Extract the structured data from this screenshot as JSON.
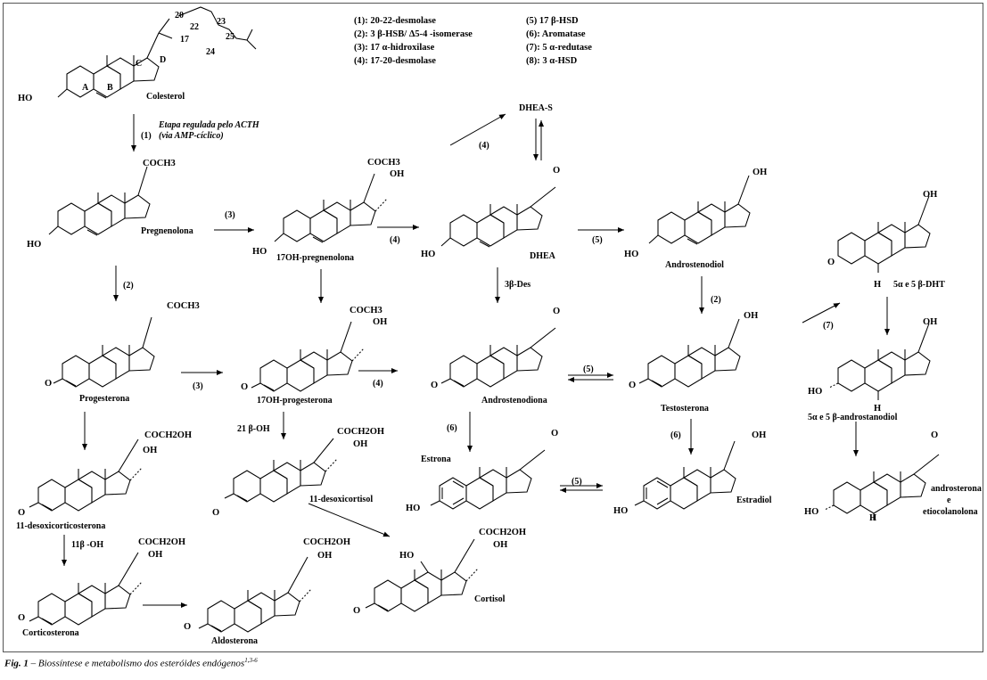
{
  "legend": {
    "left": [
      "(1): 20-22-desmolase",
      "(2): 3 β-HSB/ Δ5-4 -isomerase",
      "(3): 17 α-hidroxilase",
      "(4): 17-20-desmolase"
    ],
    "right": [
      "(5) 17 β-HSD",
      "(6): Aromatase",
      "(7): 5 α-redutase",
      "(8): 3 α-HSD"
    ]
  },
  "compounds": {
    "colesterol": "Colesterol",
    "pregnenolona": "Pregnenolona",
    "oh_pregnenolona": "17OH-pregnenolona",
    "dhea": "DHEA",
    "dheas": "DHEA-S",
    "androstenodiol": "Androstenodiol",
    "dht": "5α e 5 β-DHT",
    "progesterona": "Progesterona",
    "oh_progesterona": "17OH-progesterona",
    "androstenodiona": "Androstenodiona",
    "testosterona": "Testosterona",
    "androstanodiol": "5α e 5 β-androstanodiol",
    "desoxicorticosterona": "11-desoxicorticosterona",
    "desoxicortisol": "11-desoxicortisol",
    "estrona": "Estrona",
    "estradiol": "Estradiol",
    "androsterona_1": "androsterona",
    "androsterona_2": "e",
    "androsterona_3": "etiocolanolona",
    "corticosterona": "Corticosterona",
    "aldosterona": "Aldosterona",
    "cortisol": "Cortisol"
  },
  "rings": {
    "a": "A",
    "b": "B",
    "c": "C",
    "d": "D"
  },
  "carbons": {
    "c20": "20",
    "c22": "22",
    "c23": "23",
    "c25": "25",
    "c24": "24",
    "c17": "17"
  },
  "groups": {
    "ho": "HO",
    "oh": "OH",
    "o": "O",
    "h": "H",
    "coch3": "COCH3",
    "coch2oh": "COCH2OH"
  },
  "arrows": {
    "a1": "(1)",
    "a2": "(2)",
    "a3": "(3)",
    "a4": "(4)",
    "a5": "(5)",
    "a6": "(6)",
    "a7": "(7)",
    "acth_1": "Etapa regulada pelo ACTH",
    "acth_2": "(via AMP-cíclico)",
    "des3b": "3β-Des",
    "oh21": "21 β-OH",
    "oh11": "11β -OH"
  },
  "caption": {
    "fig": "Fig. 1",
    "text": " – Biossíntese e metabolismo dos esteróides endógenos",
    "refs": "1,3-6"
  }
}
